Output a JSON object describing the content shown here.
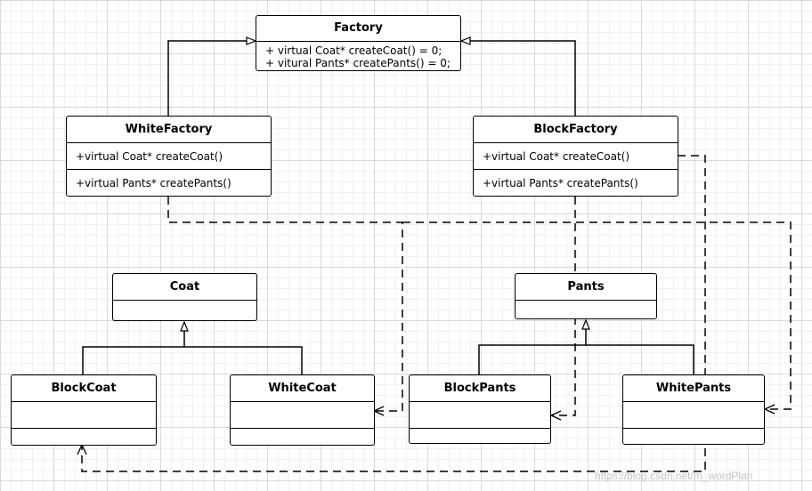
{
  "classes": {
    "factory": {
      "name": "Factory",
      "methods": [
        "+ virtual Coat* createCoat() = 0;",
        "+ vitural Pants* createPants() = 0;"
      ]
    },
    "white_factory": {
      "name": "WhiteFactory",
      "methods": [
        "+virtual Coat* createCoat()",
        "+virtual Pants* createPants()"
      ]
    },
    "block_factory": {
      "name": "BlockFactory",
      "methods": [
        "+virtual Coat* createCoat()",
        "+virtual Pants* createPants()"
      ]
    },
    "coat": {
      "name": "Coat"
    },
    "pants": {
      "name": "Pants"
    },
    "block_coat": {
      "name": "BlockCoat"
    },
    "white_coat": {
      "name": "WhiteCoat"
    },
    "block_pants": {
      "name": "BlockPants"
    },
    "white_pants": {
      "name": "WhitePants"
    }
  },
  "relations": [
    {
      "type": "generalization",
      "from": "WhiteFactory",
      "to": "Factory"
    },
    {
      "type": "generalization",
      "from": "BlockFactory",
      "to": "Factory"
    },
    {
      "type": "generalization",
      "from": "BlockCoat",
      "to": "Coat"
    },
    {
      "type": "generalization",
      "from": "WhiteCoat",
      "to": "Coat"
    },
    {
      "type": "generalization",
      "from": "BlockPants",
      "to": "Pants"
    },
    {
      "type": "generalization",
      "from": "WhitePants",
      "to": "Pants"
    },
    {
      "type": "dependency",
      "from": "WhiteFactory",
      "to": "WhiteCoat"
    },
    {
      "type": "dependency",
      "from": "WhiteFactory",
      "to": "WhitePants"
    },
    {
      "type": "dependency",
      "from": "BlockFactory",
      "to": "BlockPants"
    },
    {
      "type": "dependency",
      "from": "BlockFactory",
      "to": "BlockCoat"
    }
  ],
  "watermark": "https://blog.csdn.net/m_wordPlan"
}
